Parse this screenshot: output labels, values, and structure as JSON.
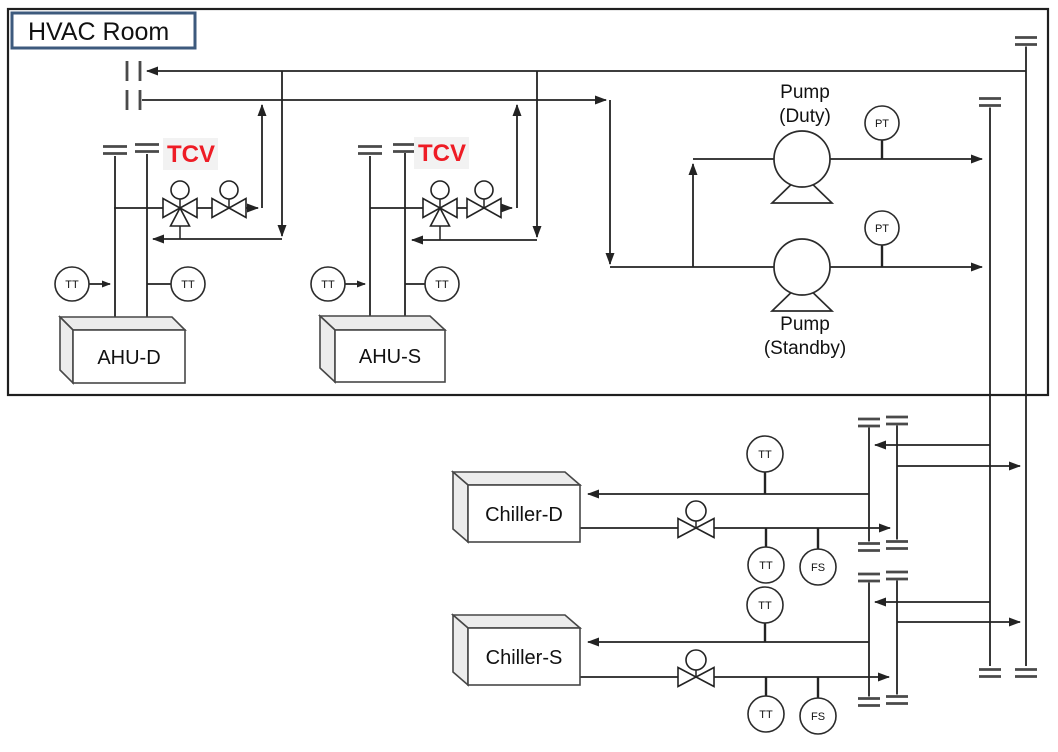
{
  "title": "HVAC Room",
  "colors": {
    "line": "#232323",
    "tcv_text": "#ee1c25",
    "tcv_bg": "#f2f2f2",
    "title_box_border": "#3d5a7d"
  },
  "valves": {
    "tcv_ahu_d": "TCV",
    "tcv_ahu_s": "TCV"
  },
  "equipment": {
    "ahu_d": {
      "label": "AHU-D"
    },
    "ahu_s": {
      "label": "AHU-S"
    },
    "chiller_d": {
      "label": "Chiller-D"
    },
    "chiller_s": {
      "label": "Chiller-S"
    },
    "pump_duty": {
      "line1": "Pump",
      "line2": "(Duty)"
    },
    "pump_standby": {
      "line1": "Pump",
      "line2": "(Standby)"
    }
  },
  "instruments": {
    "ahu_d_tt_left": "TT",
    "ahu_d_tt_right": "TT",
    "ahu_s_tt_left": "TT",
    "ahu_s_tt_right": "TT",
    "pump_duty_pt": "PT",
    "pump_standby_pt": "PT",
    "chiller_d_tt_return": "TT",
    "chiller_d_tt_supply": "TT",
    "chiller_d_fs": "FS",
    "chiller_s_tt_return": "TT",
    "chiller_s_tt_supply": "TT",
    "chiller_s_fs": "FS"
  }
}
